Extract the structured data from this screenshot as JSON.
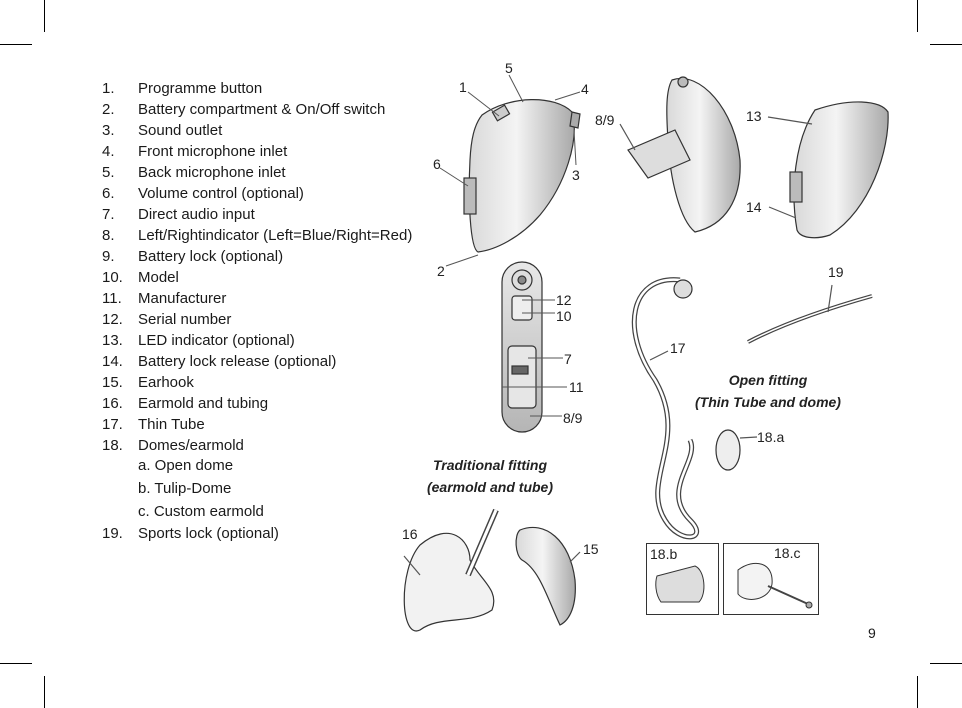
{
  "parts": [
    {
      "num": "1.",
      "label": "Programme button"
    },
    {
      "num": "2.",
      "label": "Battery compartment & On/Off switch"
    },
    {
      "num": "3.",
      "label": "Sound outlet"
    },
    {
      "num": "4.",
      "label": "Front microphone inlet"
    },
    {
      "num": "5.",
      "label": "Back microphone inlet"
    },
    {
      "num": "6.",
      "label": "Volume control (optional)"
    },
    {
      "num": "7.",
      "label": "Direct audio input"
    },
    {
      "num": "8.",
      "label": "Left/Rightindicator (Left=Blue/Right=Red)"
    },
    {
      "num": "9.",
      "label": "Battery lock (optional)"
    },
    {
      "num": "10.",
      "label": "Model"
    },
    {
      "num": "11.",
      "label": "Manufacturer"
    },
    {
      "num": "12.",
      "label": "Serial number"
    },
    {
      "num": "13.",
      "label": "LED indicator (optional)"
    },
    {
      "num": "14.",
      "label": "Battery lock release (optional)"
    },
    {
      "num": "15.",
      "label": "Earhook"
    },
    {
      "num": "16.",
      "label": "Earmold and tubing"
    },
    {
      "num": "17.",
      "label": "Thin Tube"
    },
    {
      "num": "18.",
      "label": "Domes/earmold"
    },
    {
      "num": "19.",
      "label": "Sports lock (optional)"
    }
  ],
  "domes_sub": [
    "a. Open dome",
    "b. Tulip-Dome",
    "c. Custom earmold"
  ],
  "callouts": {
    "c1": "1",
    "c2": "2",
    "c3": "3",
    "c4": "4",
    "c5": "5",
    "c6": "6",
    "c89a": "8/9",
    "c13": "13",
    "c14": "14",
    "c12": "12",
    "c10": "10",
    "c7": "7",
    "c11": "11",
    "c89b": "8/9",
    "c17": "17",
    "c19": "19",
    "c18a": "18.a",
    "c16": "16",
    "c15": "15",
    "c18b": "18.b",
    "c18c": "18.c"
  },
  "captions": {
    "traditional_line1": "Traditional fitting",
    "traditional_line2": "(earmold and tube)",
    "open_line1": "Open fitting",
    "open_line2": "(Thin Tube and dome)"
  },
  "page_number": "9"
}
